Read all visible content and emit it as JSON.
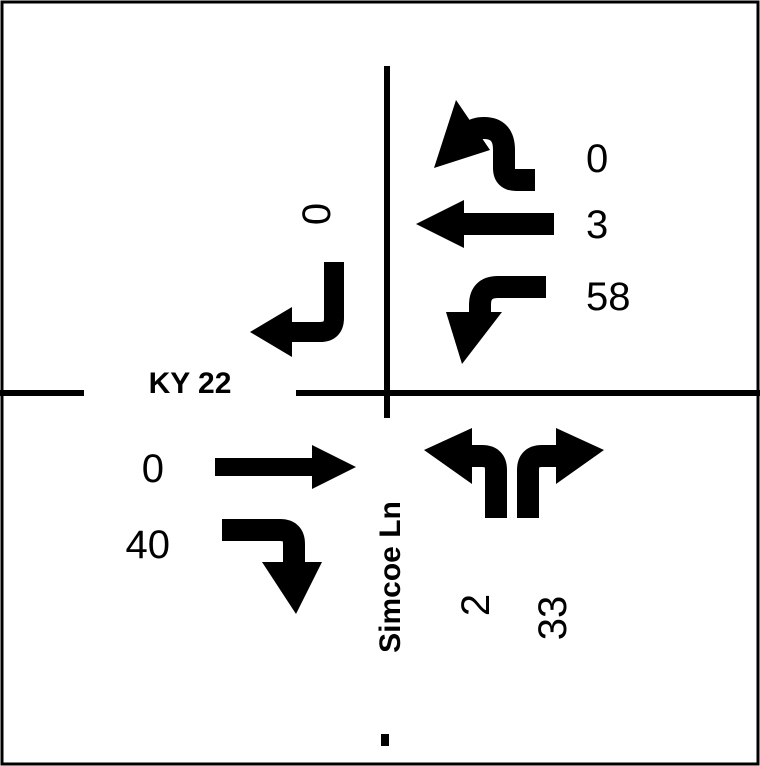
{
  "streets": {
    "main_road": "KY 22",
    "side_road": "Simcoe Ln"
  },
  "counts": {
    "southbound_left": "0",
    "westbound_u_turn": "0",
    "westbound_through": "3",
    "westbound_left": "58",
    "eastbound_through": "0",
    "eastbound_right": "40",
    "northbound_left": "2",
    "northbound_right": "33"
  },
  "colors": {
    "ink": "#000000",
    "background": "#ffffff"
  }
}
